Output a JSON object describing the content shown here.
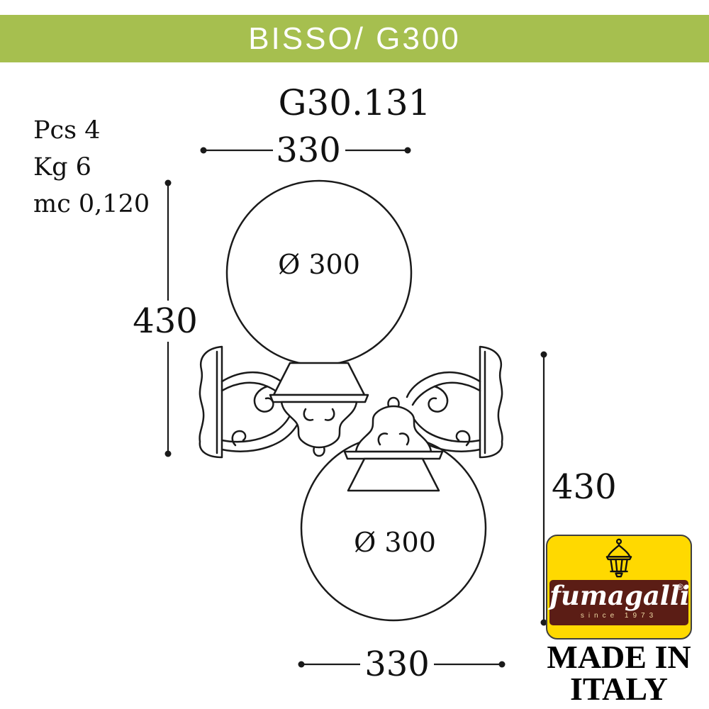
{
  "colors": {
    "header_green": "#a6bf4f",
    "ink": "#1a1a1a",
    "logo_yellow": "#ffd900",
    "logo_maroon": "#5b1d15",
    "logo_since": "#eed9a4"
  },
  "header": {
    "title": "BISSO/ G300"
  },
  "product": {
    "code": "G30.131"
  },
  "specs": [
    {
      "label": "Pcs 4"
    },
    {
      "label": "Kg 6"
    },
    {
      "label": "mc 0,120"
    }
  ],
  "drawing": {
    "dimensions": {
      "top_width": "330",
      "left_height": "430",
      "right_height": "430",
      "bottom_width": "330",
      "globe_diameter_top": "Ø 300",
      "globe_diameter_bottom": "Ø 300"
    }
  },
  "logo": {
    "brand": "fumagalli",
    "registered": "®",
    "since": "since 1973",
    "made_in_line1": "MADE IN",
    "made_in_line2": "ITALY"
  }
}
